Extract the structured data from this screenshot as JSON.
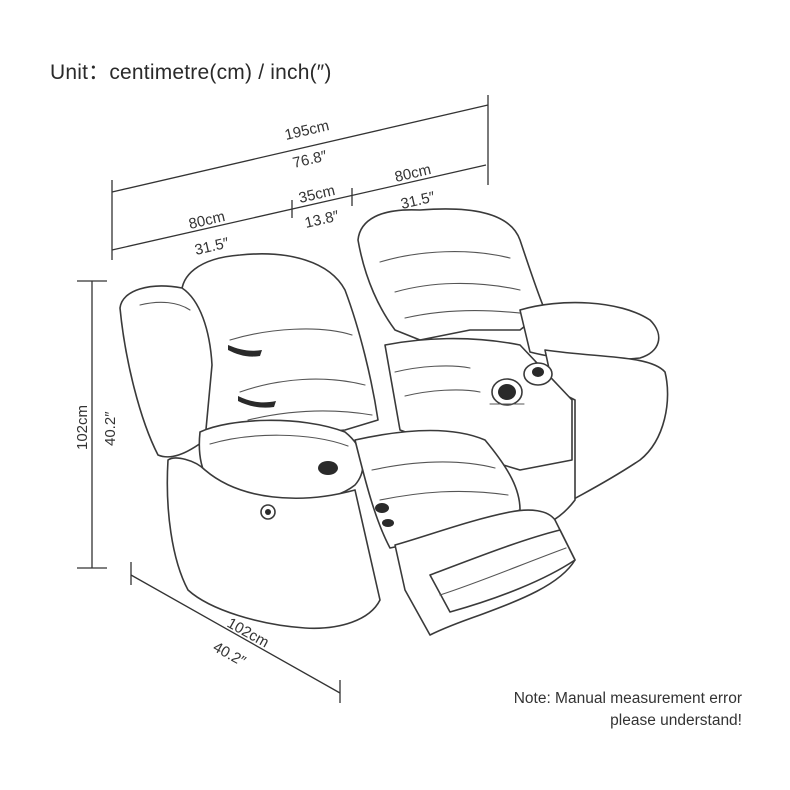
{
  "header": {
    "unit_text": "Unit：centimetre(cm) / inch(″)"
  },
  "dimensions": {
    "total_width_cm": "195cm",
    "total_width_in": "76.8″",
    "seat_left_cm": "80cm",
    "seat_left_in": "31.5″",
    "console_cm": "35cm",
    "console_in": "13.8″",
    "seat_right_cm": "80cm",
    "seat_right_in": "31.5″",
    "height_cm": "102cm",
    "height_in": "40.2″",
    "depth_cm": "102cm",
    "depth_in": "40.2″"
  },
  "note": {
    "line1": "Note: Manual measurement error",
    "line2": "please understand!"
  }
}
